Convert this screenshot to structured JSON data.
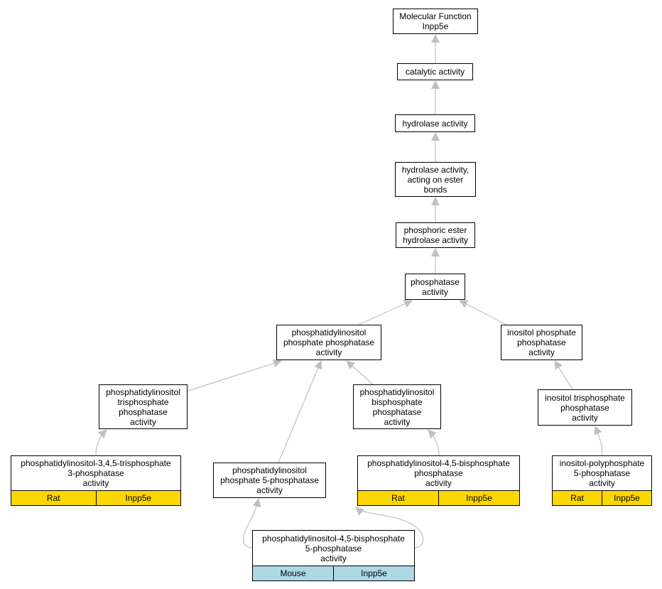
{
  "nodes": {
    "molecular_function": "Molecular Function\nInpp5e",
    "catalytic_activity": "catalytic activity",
    "hydrolase_activity": "hydrolase activity",
    "hydrolase_ester": "hydrolase activity,\nacting on ester\nbonds",
    "phosphoric_ester": "phosphoric ester\nhydrolase activity",
    "phosphatase": "phosphatase\nactivity",
    "pi_phosphate_phosphatase": "phosphatidylinositol\nphosphate phosphatase\nactivity",
    "inositol_phosphate_phosphatase": "inositol phosphate\nphosphatase\nactivity",
    "pi_trisphosphate_phosphatase": "phosphatidylinositol\ntrisphosphate\nphosphatase\nactivity",
    "pi_bisphosphate_phosphatase": "phosphatidylinositol\nbisphosphate\nphosphatase\nactivity",
    "inositol_trisphosphate_phosphatase": "inositol trisphosphate\nphosphatase\nactivity",
    "pi345_3_phosphatase": "phosphatidylinositol-3,4,5-trisphosphate\n3-phosphatase\nactivity",
    "pi_phosphate_5_phosphatase": "phosphatidylinositol\nphosphate 5-phosphatase\nactivity",
    "pi45_phosphatase": "phosphatidylinositol-4,5-bisphosphate\nphosphatase\nactivity",
    "inositol_polyphosphate_5": "inositol-polyphosphate\n5-phosphatase\nactivity",
    "pi45_5_phosphatase": "phosphatidylinositol-4,5-bisphosphate\n5-phosphatase\nactivity"
  },
  "annotations": {
    "pi345_3_phosphatase": {
      "species": "Rat",
      "gene": "Inpp5e"
    },
    "pi45_phosphatase": {
      "species": "Rat",
      "gene": "Inpp5e"
    },
    "inositol_polyphosphate_5": {
      "species": "Rat",
      "gene": "Inpp5e"
    },
    "pi45_5_phosphatase": {
      "species": "Mouse",
      "gene": "Inpp5e"
    }
  },
  "colors": {
    "edge": "#c0c0c0",
    "rat": "#ffd700",
    "mouse": "#add8e6"
  }
}
